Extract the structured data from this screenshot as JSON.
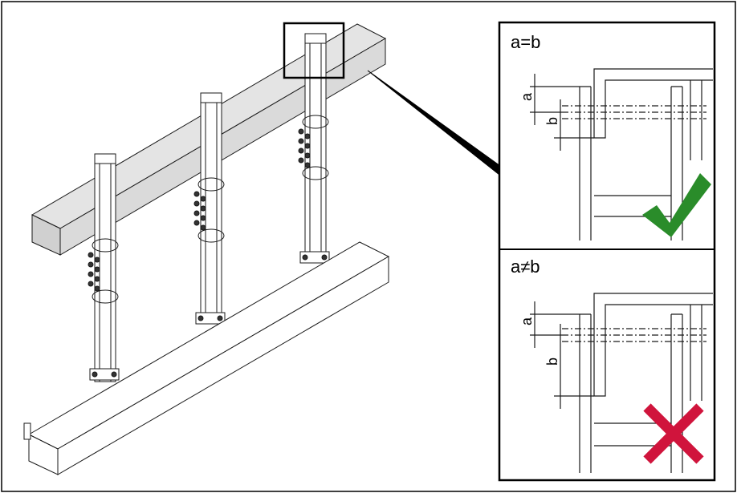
{
  "panel_top": {
    "label": "a=b",
    "dim_a": "a",
    "dim_b": "b",
    "status_icon": "check-icon",
    "status_color": "#2a8c2a"
  },
  "panel_bottom": {
    "label": "a≠b",
    "dim_a": "a",
    "dim_b": "b",
    "status_icon": "cross-icon",
    "status_color": "#d0143c"
  },
  "colors": {
    "line": "#1a1a1a",
    "beam_fill": "#d9d9d9",
    "border": "#000000"
  }
}
